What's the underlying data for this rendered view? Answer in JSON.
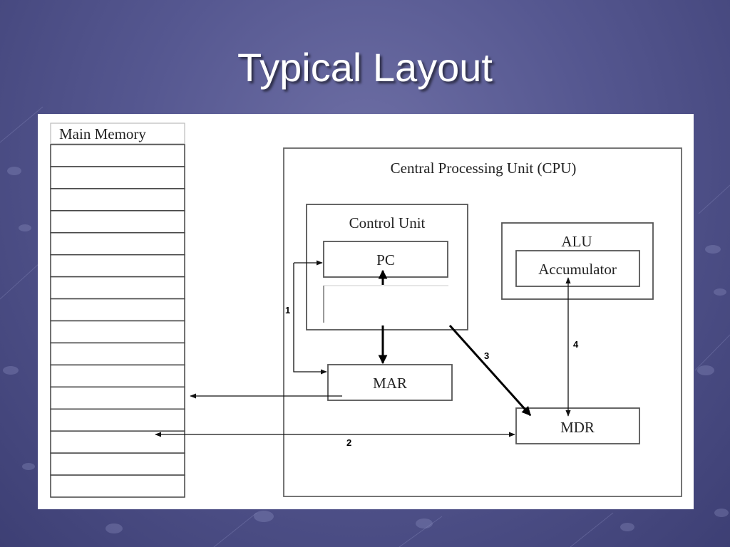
{
  "slide": {
    "title": "Typical Layout"
  },
  "diagram": {
    "memory_label": "Main Memory",
    "memory_cell_count": 16,
    "cpu_label": "Central Processing Unit (CPU)",
    "control_unit_label": "Control Unit",
    "pc_label": "PC",
    "mar_label": "MAR",
    "alu_label": "ALU",
    "accumulator_label": "Accumulator",
    "mdr_label": "MDR",
    "arrow_labels": {
      "one": "1",
      "two": "2",
      "three": "3",
      "four": "4"
    }
  },
  "colors": {
    "background": "#555790",
    "title_text": "#ffffff",
    "panel": "#ffffff",
    "lines": "#222222"
  }
}
